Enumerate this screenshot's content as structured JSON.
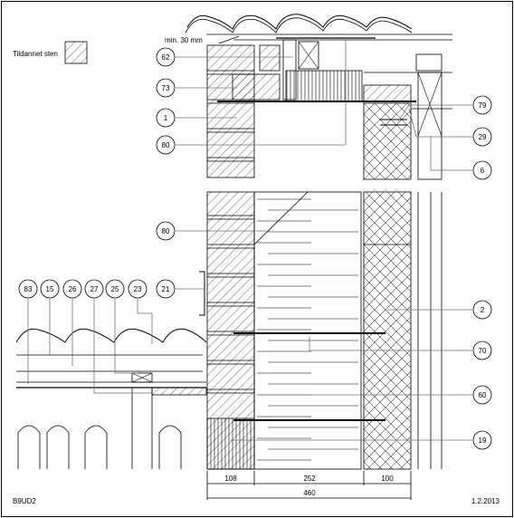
{
  "legend": {
    "label": "Tildannet sten"
  },
  "note": {
    "min_label": "min. 30 mm"
  },
  "callouts_left": [
    "62",
    "73",
    "1",
    "80",
    "80",
    "21"
  ],
  "callouts_right": [
    "79",
    "29",
    "6",
    "2",
    "70",
    "60",
    "19"
  ],
  "callouts_roof": [
    "83",
    "15",
    "26",
    "27",
    "25",
    "23"
  ],
  "dimensions": {
    "d1": "108",
    "d2": "252",
    "d3": "100",
    "total": "460"
  },
  "footer": {
    "code": "B9UD2",
    "date": "1.2.2013"
  },
  "colors": {
    "line": "#000000",
    "leader": "#707070",
    "paper": "#ffffff"
  }
}
